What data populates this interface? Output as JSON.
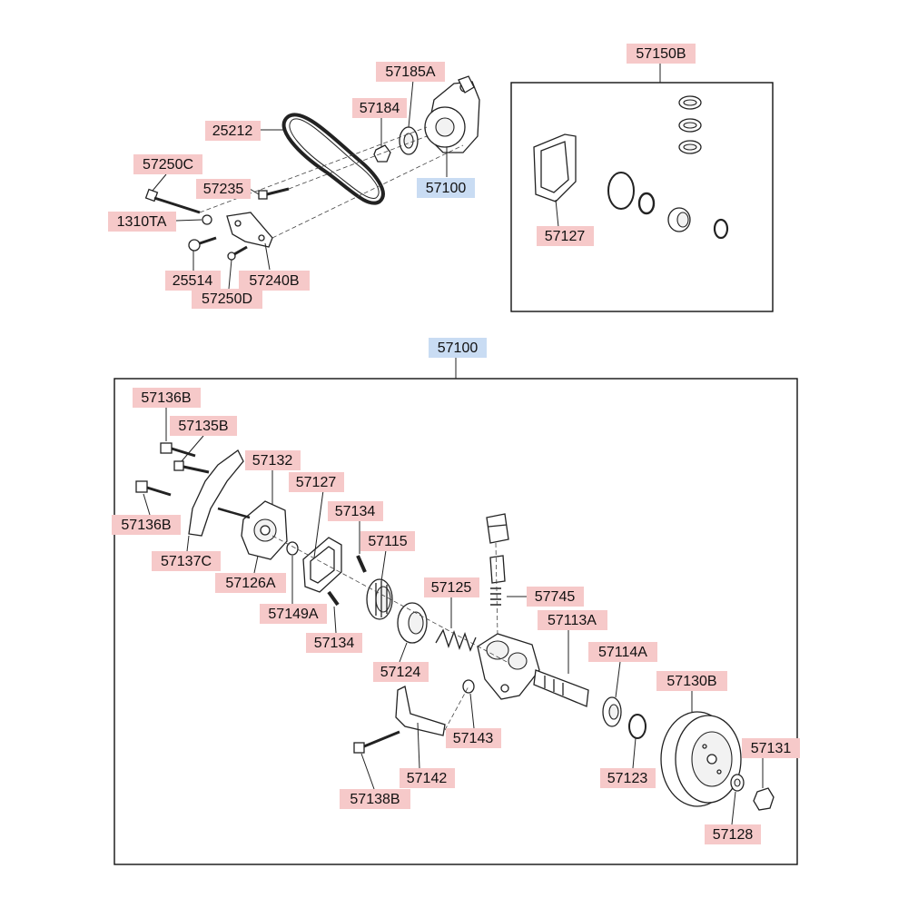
{
  "diagram": {
    "colors": {
      "callout_red": "#f6c9c9",
      "callout_blue": "#c9dcf3",
      "line": "#222222"
    },
    "top": {
      "assembly_label": "57100",
      "belt_label": "25212",
      "labels": [
        "57185A",
        "57184",
        "25212",
        "57100",
        "57250C",
        "57235",
        "1310TA",
        "25514",
        "57240B",
        "57250D"
      ]
    },
    "kit": {
      "box_label": "57150B",
      "gasket_label": "57127"
    },
    "main": {
      "box_label": "57100",
      "labels": [
        "57136B",
        "57135B",
        "57132",
        "57127",
        "57136B",
        "57134",
        "57115",
        "57137C",
        "57126A",
        "57149A",
        "57125",
        "57745",
        "57134",
        "57113A",
        "57124",
        "57114A",
        "57130B",
        "57143",
        "57142",
        "57131",
        "57138B",
        "57123",
        "57128"
      ]
    }
  }
}
